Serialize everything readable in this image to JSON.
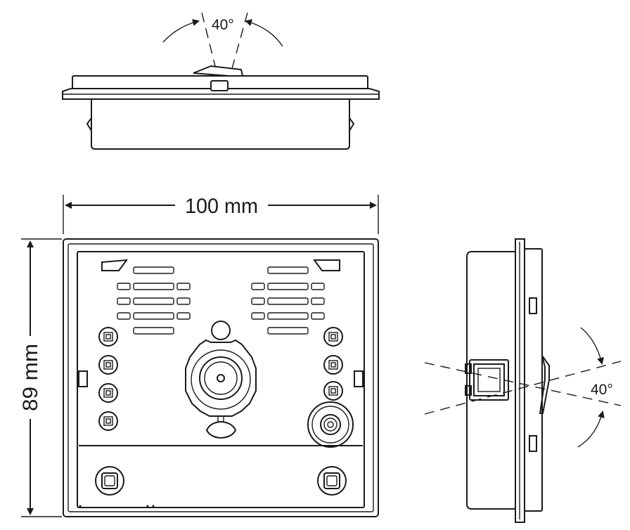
{
  "dimensions": {
    "width_label": "100 mm",
    "height_label": "89 mm"
  },
  "angles": {
    "top_view_label": "40°",
    "side_view_label": "40°"
  },
  "colors": {
    "line": "#1a1a1a",
    "background": "#ffffff"
  }
}
